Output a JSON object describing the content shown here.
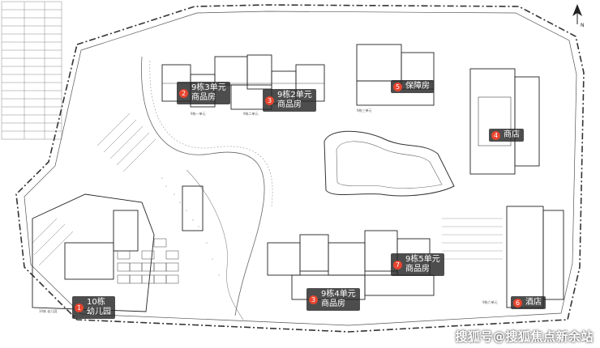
{
  "markers": [
    {
      "num": "2",
      "line1": "9栋3单元",
      "line2": "商品房"
    },
    {
      "num": "3",
      "line1": "9栋2单元",
      "line2": "商品房"
    },
    {
      "num": "5",
      "line1": "保障房",
      "line2": ""
    },
    {
      "num": "4",
      "line1": "商店",
      "line2": ""
    },
    {
      "num": "1",
      "line1": "10栋",
      "line2": "幼儿园"
    },
    {
      "num": "7",
      "line1": "9栋5单元",
      "line2": "商品房"
    },
    {
      "num": "3",
      "line1": "9栋4单元",
      "line2": "商品房"
    },
    {
      "num": "6",
      "line1": "酒店",
      "line2": ""
    }
  ],
  "watermark": "搜狐号@搜狐焦点新余站",
  "plan_labels": {
    "north_label": "N",
    "kindergarten_label": "10栋 幼儿园",
    "building_label_a": "9栋一单元",
    "building_label_b": "9栋二单元",
    "building_label_c": "9栋三单元",
    "building_label_d": "9栋六单元"
  },
  "colors": {
    "marker_bg": "#262626",
    "marker_badge": "#e8452f",
    "line": "#333333"
  }
}
